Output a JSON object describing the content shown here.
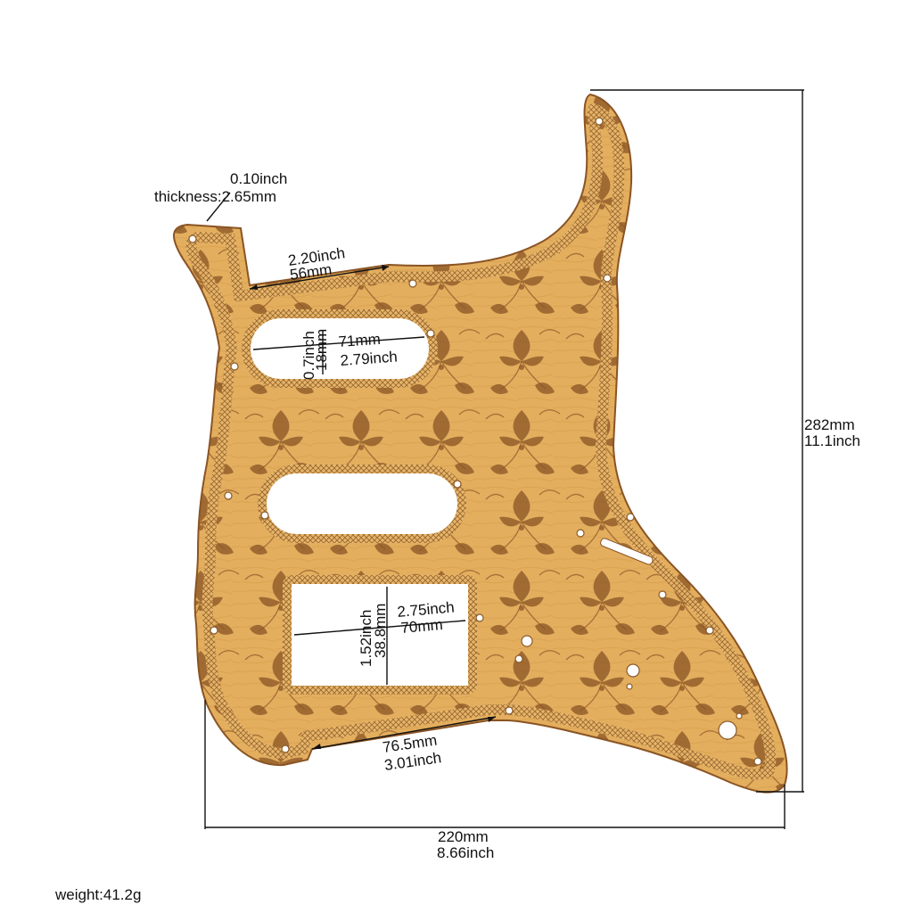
{
  "product": {
    "name": "SSH pickguard",
    "colors": {
      "wood": "#e0ab5a",
      "wood_light": "#ecc17a",
      "engrave": "#7a4a1e",
      "border_line": "#9a6630",
      "background": "#ffffff",
      "text": "#111111"
    }
  },
  "labels": {
    "thickness_inch": "0.10inch",
    "thickness_mm": "thickness:2.65mm",
    "top_width_inch": "2.20inch",
    "top_width_mm": "56mm",
    "neck_height_inch": "0.7inch",
    "neck_height_mm": "18mm",
    "neck_length_mm": "71mm",
    "neck_length_inch": "2.79inch",
    "hum_height_inch": "1.52inch",
    "hum_height_mm": "38.8mm",
    "hum_length_inch": "2.75inch",
    "hum_length_mm": "70mm",
    "bottom_width_mm": "76.5mm",
    "bottom_width_inch": "3.01inch",
    "height_mm": "282mm",
    "height_inch": "11.1inch",
    "width_mm": "220mm",
    "width_inch": "8.66inch",
    "weight": "weight:41.2g"
  }
}
